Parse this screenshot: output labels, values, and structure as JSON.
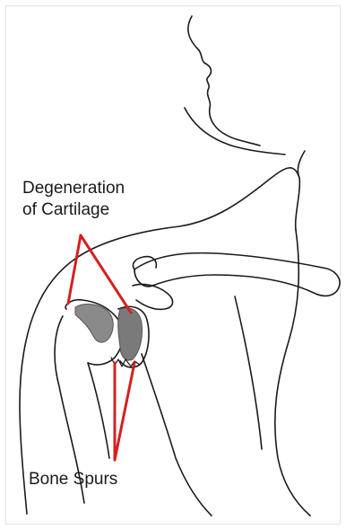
{
  "labels": {
    "degeneration_line1": "Degeneration",
    "degeneration_line2": "of Cartilage",
    "bone_spurs": "Bone Spurs"
  },
  "colors": {
    "pointer": "#d42020",
    "outline": "#1a1a1a",
    "cartilage": "#8a8a8a",
    "background": "#ffffff",
    "border": "#e2e2e2"
  }
}
